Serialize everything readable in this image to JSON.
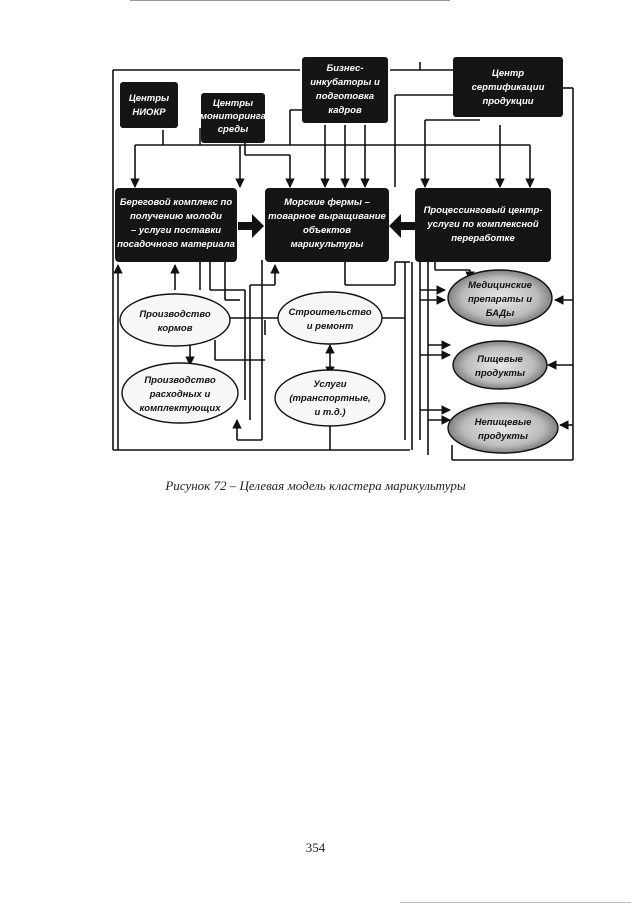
{
  "diagram": {
    "nodes": {
      "centers_niokr": [
        "Центры",
        "НИОКР"
      ],
      "monitoring": [
        "Центры",
        "мониторинга",
        "среды"
      ],
      "business": [
        "Бизнес-",
        "инкубаторы и",
        "подготовка",
        "кадров"
      ],
      "certification": [
        "Центр",
        "сертификации",
        "продукции"
      ],
      "coastal": [
        "Береговой комплекс по",
        "получению молоди",
        "– услуги поставки",
        "посадочного материала"
      ],
      "sea_farms": [
        "Морские фермы –",
        "товарное выращивание",
        "объектов",
        "марикультуры"
      ],
      "processing": [
        "Процессинговый центр-",
        "услуги по комплексной",
        "переработке"
      ],
      "feed": [
        "Производство",
        "кормов"
      ],
      "construction": [
        "Строительство",
        "и ремонт"
      ],
      "consumables": [
        "Производство",
        "расходных и",
        "комплектующих"
      ],
      "services": [
        "Услуги",
        "(транспортные,",
        "и т.д.)"
      ],
      "medical": [
        "Медицинские",
        "препараты и",
        "БАДы"
      ],
      "food": [
        "Пищевые",
        "продукты"
      ],
      "nonfood": [
        "Непищевые",
        "продукты"
      ]
    },
    "colors": {
      "box_fill": "#151515",
      "oval_fill": "#f7f7f7",
      "oval_fill_dark": "#bdbdbd",
      "line": "#111111"
    }
  },
  "caption": "Рисунок 72 – Целевая модель кластера марикультуры",
  "page_number": "354"
}
